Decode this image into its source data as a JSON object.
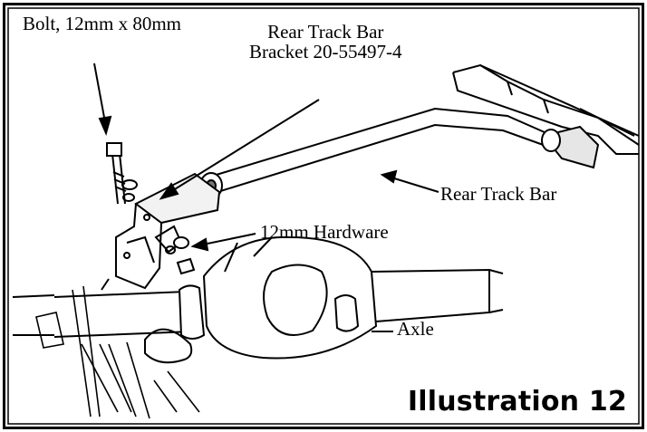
{
  "labels": {
    "bolt": "Bolt, 12mm x 80mm",
    "bracket_line1": "Rear Track Bar",
    "bracket_line2": "Bracket 20-55497-4",
    "track_bar": "Rear Track Bar",
    "hardware": "12mm Hardware",
    "axle": "Axle"
  },
  "caption": "Illustration 12",
  "colors": {
    "ink": "#000000",
    "paper": "#ffffff",
    "shade": "#d8d8d8"
  }
}
